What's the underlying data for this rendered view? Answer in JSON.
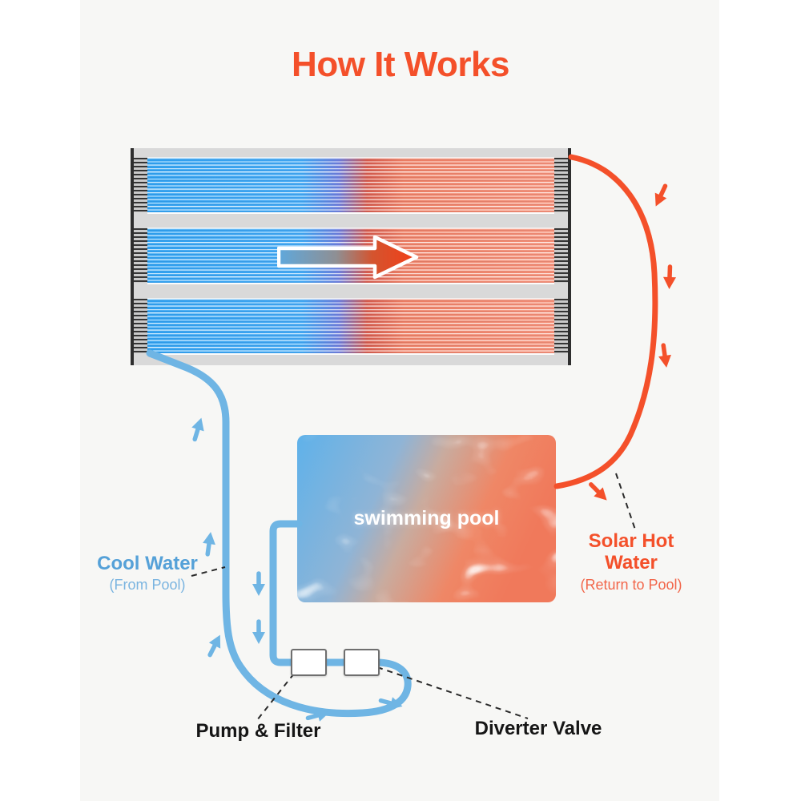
{
  "title": "How It Works",
  "solar_panel": {
    "rows": 3
  },
  "pool": {
    "label": "swimming pool"
  },
  "components": {
    "pump_filter": "Pump & Filter",
    "diverter_valve": "Diverter Valve"
  },
  "labels": {
    "cool_water": {
      "title": "Cool Water",
      "subtitle": "(From Pool)"
    },
    "solar_hot_water": {
      "title": "Solar Hot Water",
      "subtitle": "(Return to Pool)"
    }
  },
  "colors": {
    "page_background": "#FFFFFF",
    "canvas_background": "#F7F7F5",
    "hot_accent": "#F4502A",
    "cool_pipe": "#6FB5E4",
    "cool_text": "#55A1D8",
    "cool_subtext": "#7AB4E0",
    "hot_subtext": "#F2664A",
    "black_text": "#161616",
    "panel_frame_gray": "#D9D9D9",
    "panel_rail_dark": "#2E2E2E",
    "tube_blue": "#3EA9F5",
    "tube_salmon": "#F68F76"
  }
}
